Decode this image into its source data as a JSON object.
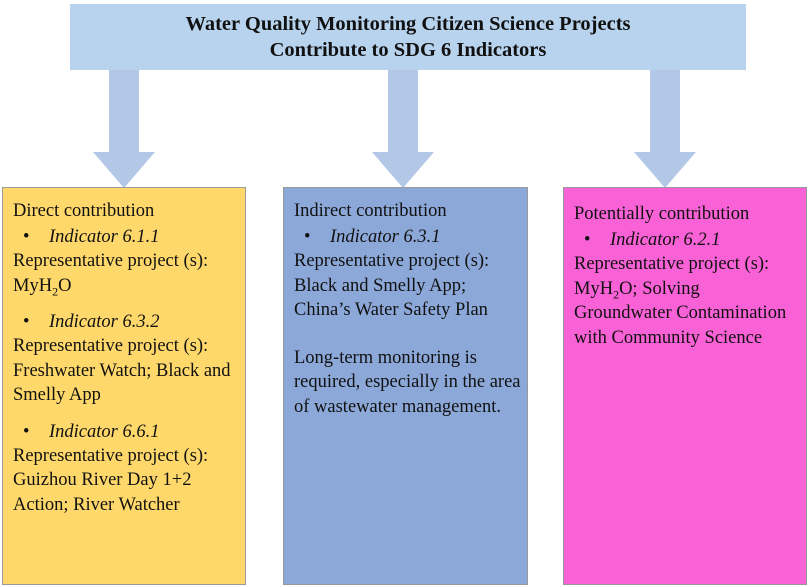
{
  "title": {
    "line1": "Water Quality Monitoring Citizen Science Projects",
    "line2": "Contribute to SDG 6 Indicators"
  },
  "colors": {
    "title_bg": "#b8d3ee",
    "arrow": "#b3c7e6",
    "direct_bg": "#ffd86b",
    "indirect_bg": "#8ca8d8",
    "potential_bg": "#f961d6"
  },
  "columns": {
    "direct": {
      "heading": "Direct contribution",
      "items": [
        {
          "indicator": "Indicator 6.1.1",
          "project_prefix": "Representative project (s): MyH",
          "project_sub": "2",
          "project_suffix": "O"
        },
        {
          "indicator": "Indicator 6.3.2",
          "project_prefix": "Representative project (s): Freshwater Watch; Black and Smelly App"
        },
        {
          "indicator": "Indicator 6.6.1",
          "project_prefix": "Representative project (s): Guizhou River Day 1+2 Action; River Watcher"
        }
      ]
    },
    "indirect": {
      "heading": "Indirect contribution",
      "items": [
        {
          "indicator": "Indicator 6.3.1",
          "project_prefix": "Representative project (s): Black and Smelly App; China’s Water Safety Plan"
        }
      ],
      "note": "Long-term monitoring is required, especially in the area of wastewater management."
    },
    "potential": {
      "heading": "Potentially contribution",
      "items": [
        {
          "indicator": "Indicator 6.2.1",
          "project_prefix": "Representative project (s): MyH",
          "project_sub": "2",
          "project_suffix": "O; Solving Groundwater Contamination with Community Science"
        }
      ]
    }
  }
}
